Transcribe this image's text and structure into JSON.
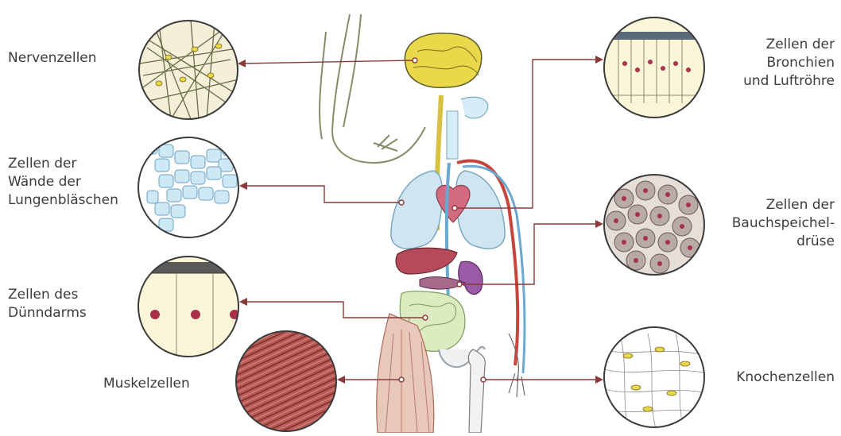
{
  "labels": {
    "nerve": "Nervenzellen",
    "alveoli": "Zellen der\nWände der\nLungenbläschen",
    "intestine": "Zellen des\nDünndarms",
    "muscle": "Muskelzellen",
    "bronchi": "Zellen der\nBronchien\nund Luftröhre",
    "pancreas": "Zellen der\nBauchspeichel-\ndrüse",
    "bone": "Knochenzellen"
  },
  "colors": {
    "arrow": "#8b3a3a",
    "circle_outline": "#3a3a3a",
    "cell_blue": "#cfe8f5",
    "cell_cream": "#fbf6d8",
    "muscle_red": "#b85a55",
    "brain_yellow": "#e8d84a",
    "lung_blue": "#cfe6f2",
    "artery_red": "#c8453c",
    "vein_blue": "#6aa8cf",
    "nucleus_red": "#a8324a",
    "organ_pink": "#d46a80",
    "organ_purple": "#9a5aa8"
  },
  "icons": [
    "nerve-cell-circle",
    "alveoli-cell-circle",
    "intestine-cell-circle",
    "muscle-cell-circle",
    "bronchi-cell-circle",
    "pancreas-cell-circle",
    "bone-cell-circle",
    "human-body-figure"
  ]
}
